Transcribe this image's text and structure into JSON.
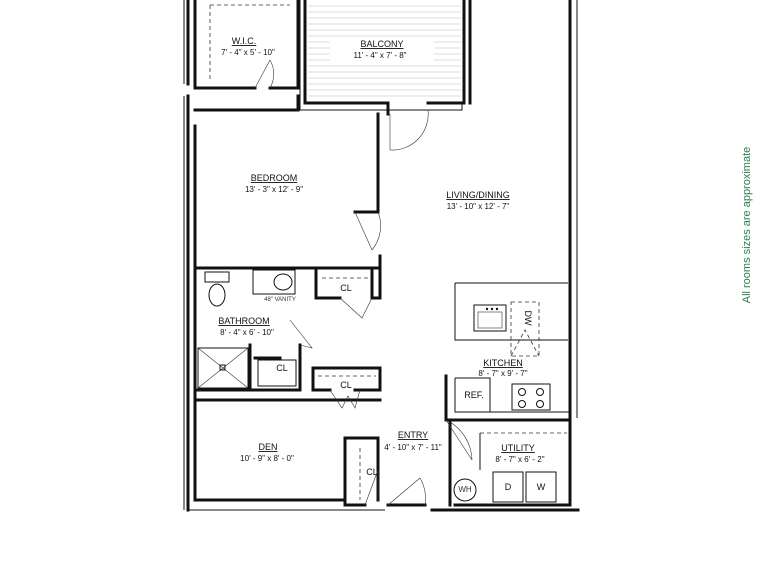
{
  "rooms": {
    "wic": {
      "name": "W.I.C.",
      "dims": "7' - 4\" x 5' - 10\""
    },
    "balcony": {
      "name": "BALCONY",
      "dims": "11' - 4\" x 7' - 8\""
    },
    "bedroom": {
      "name": "BEDROOM",
      "dims": "13' - 3\" x 12' - 9\""
    },
    "living": {
      "name": "LIVING/DINING",
      "dims": "13' - 10\" x 12' - 7\""
    },
    "bathroom": {
      "name": "BATHROOM",
      "dims": "8' - 4\" x 6' - 10\""
    },
    "kitchen": {
      "name": "KITCHEN",
      "dims": "8' - 7\" x 9' - 7\""
    },
    "den": {
      "name": "DEN",
      "dims": "10' - 9\" x 8' - 0\""
    },
    "entry": {
      "name": "ENTRY",
      "dims": "4' - 10\" x 7' - 11\""
    },
    "utility": {
      "name": "UTILITY",
      "dims": "8' - 7\" x 6' - 2\""
    }
  },
  "fixtures": {
    "vanity": "48\" VANITY",
    "closet": "CL",
    "dishwasher": "DW",
    "refrigerator": "REF.",
    "water_heater": "WH",
    "dryer": "D",
    "washer": "W"
  },
  "note": {
    "text": "All rooms sizes are approximate",
    "color": "#2e7d4f"
  }
}
